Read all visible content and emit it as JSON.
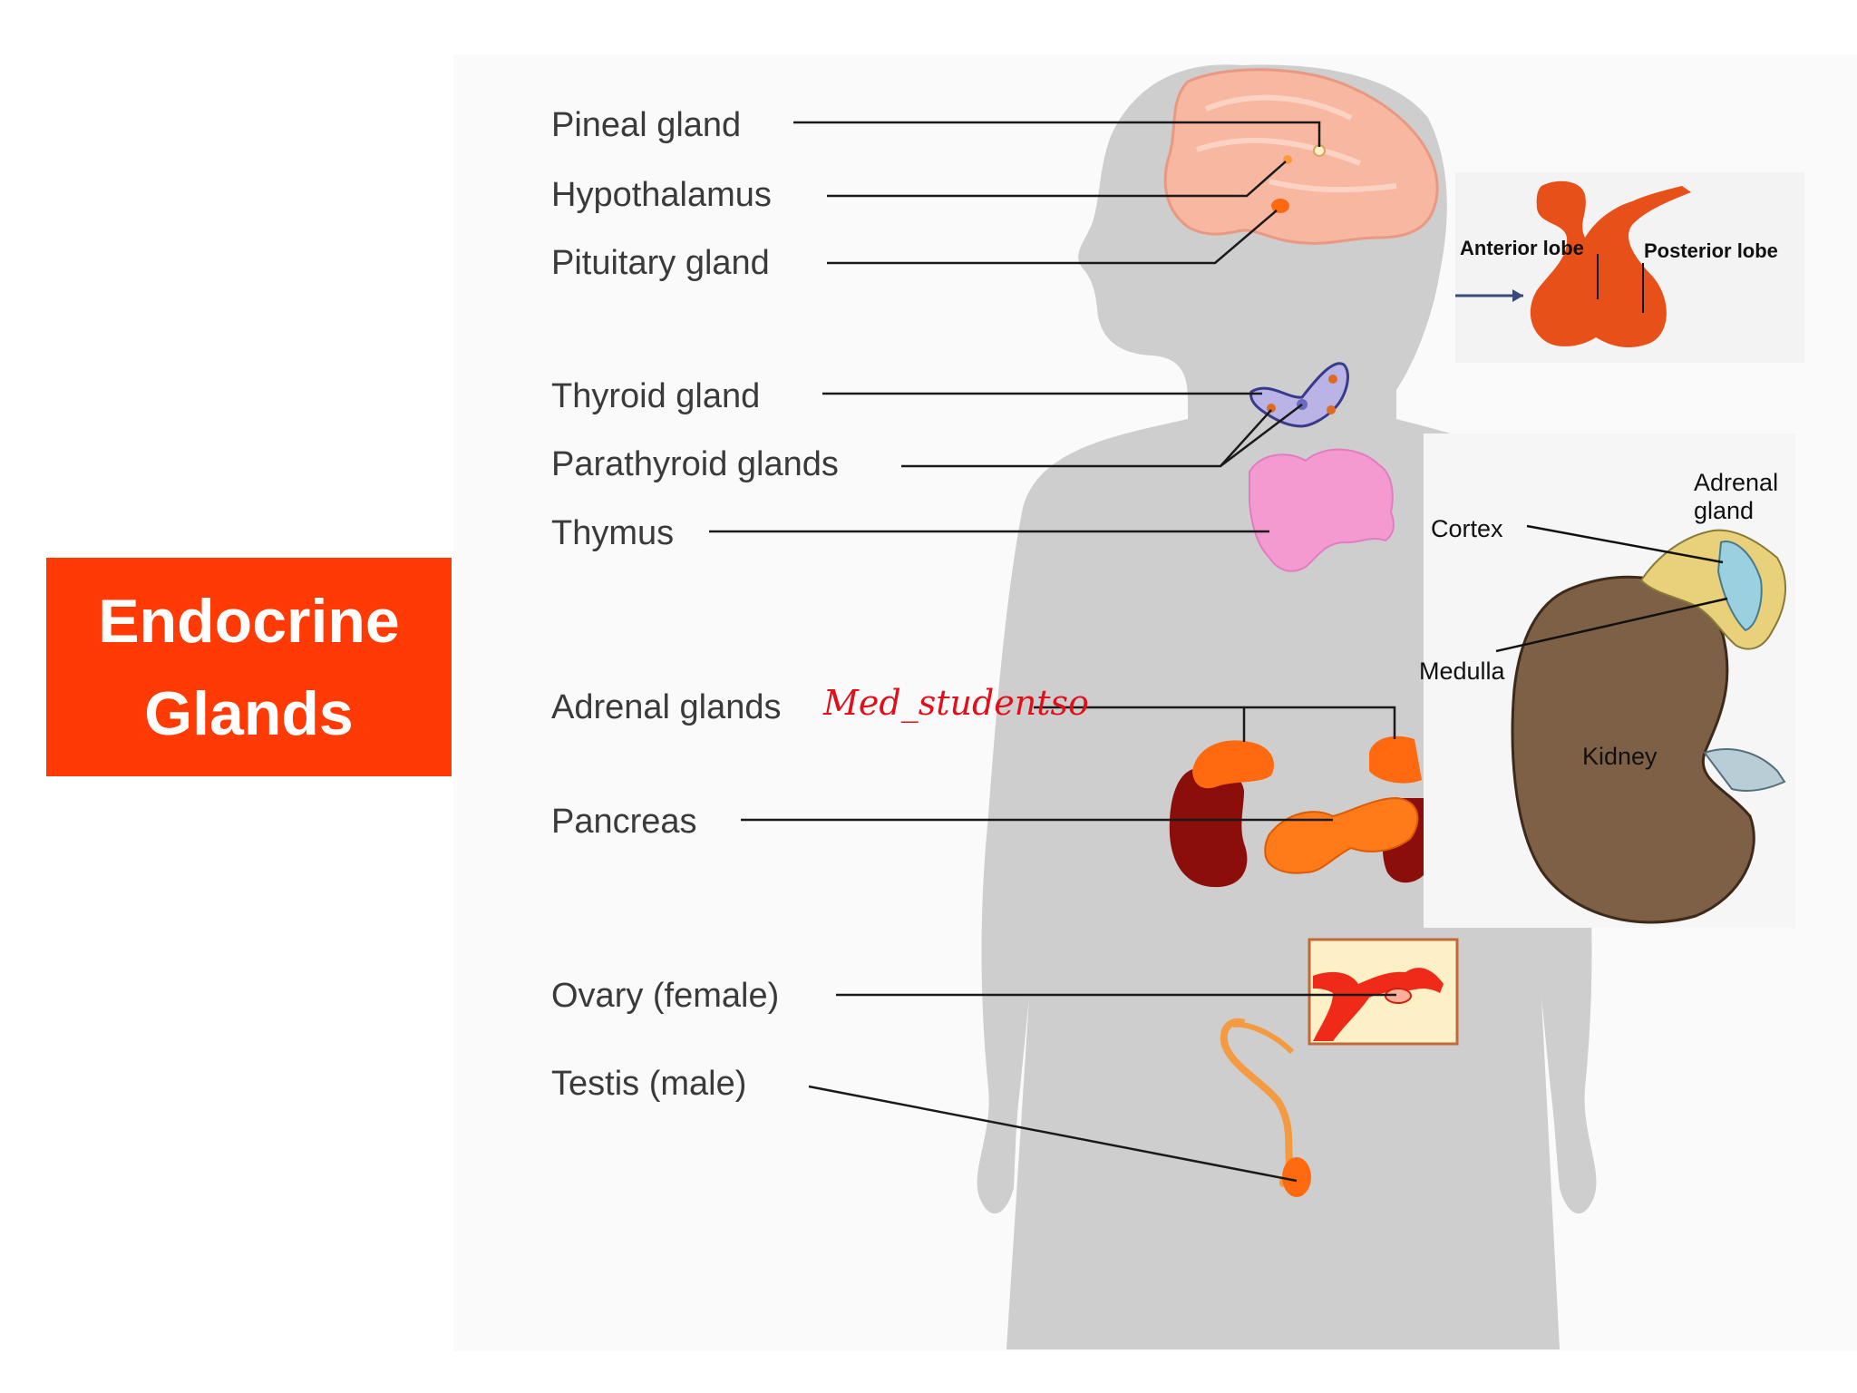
{
  "title": {
    "line1": "Endocrine",
    "line2": "Glands"
  },
  "labels": {
    "pineal": "Pineal gland",
    "hypothalamus": "Hypothalamus",
    "pituitary": "Pituitary gland",
    "thyroid": "Thyroid gland",
    "parathyroid": "Parathyroid glands",
    "thymus": "Thymus",
    "adrenal": "Adrenal glands",
    "pancreas": "Pancreas",
    "ovary": "Ovary (female)",
    "testis": "Testis (male)"
  },
  "watermark": "Med_studentso",
  "pituitary_inset": {
    "anterior": "Anterior lobe",
    "posterior": "Posterior lobe"
  },
  "adrenal_inset": {
    "adrenal_line1": "Adrenal",
    "adrenal_line2": "gland",
    "cortex": "Cortex",
    "medulla": "Medulla",
    "kidney": "Kidney"
  },
  "colors": {
    "title_bg": "#ff3a05",
    "body_silhouette": "#cfcfcf",
    "brain": "#f8b7a0",
    "gland_orange": "#ff6a10",
    "kidney_dark": "#8b0e0b",
    "thymus_pink": "#f49ad0",
    "thyroid_lavender": "#b9b3e6",
    "kidney_brown": "#7d6046",
    "adrenal_yellow": "#e8d17a",
    "watermark_red": "#e0101a"
  }
}
